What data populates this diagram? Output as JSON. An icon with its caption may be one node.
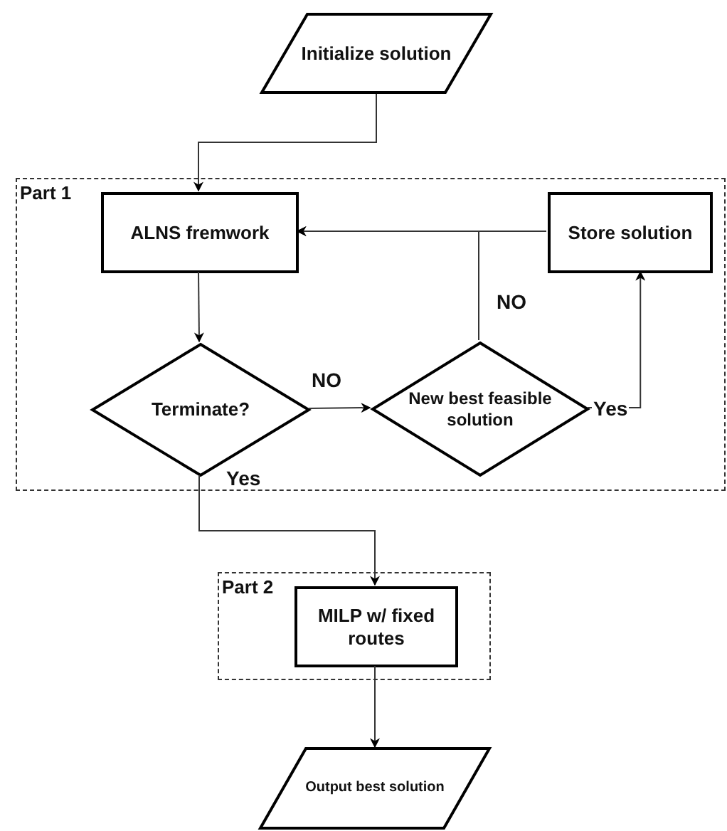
{
  "diagram": {
    "nodes": [
      {
        "text": [
          "Initialize solution"
        ]
      },
      {
        "text": [
          "Part 1"
        ]
      },
      {
        "text": [
          "ALNS fremwork"
        ],
        "in": 1
      },
      {
        "text": [
          "Store solution"
        ],
        "in": 1
      },
      {
        "text": [
          "Terminate?"
        ],
        "in": 1
      },
      {
        "text": [
          "New best feasible solution"
        ],
        "in": 1
      },
      {
        "text": [
          "Part 2"
        ]
      },
      {
        "text": [
          "MILP w/ fixed routes"
        ],
        "in": 6
      },
      {
        "text": [
          "Output best solution"
        ]
      }
    ],
    "edges": [
      {
        "from": 0,
        "to": 2,
        "arrow": "to"
      },
      {
        "from": 2,
        "to": 4,
        "arrow": "to"
      },
      {
        "from": 4,
        "to": 5,
        "arrow": "to",
        "label": "NO"
      },
      {
        "from": 5,
        "to": 3,
        "arrow": "to",
        "label": "Yes"
      },
      {
        "from": 5,
        "to": 2,
        "arrow": "to",
        "label": "NO"
      },
      {
        "from": 3,
        "to": 2,
        "arrow": "to"
      },
      {
        "from": 4,
        "to": 7,
        "arrow": "to",
        "label": "Yes"
      },
      {
        "from": 7,
        "to": 8,
        "arrow": "to"
      }
    ]
  }
}
